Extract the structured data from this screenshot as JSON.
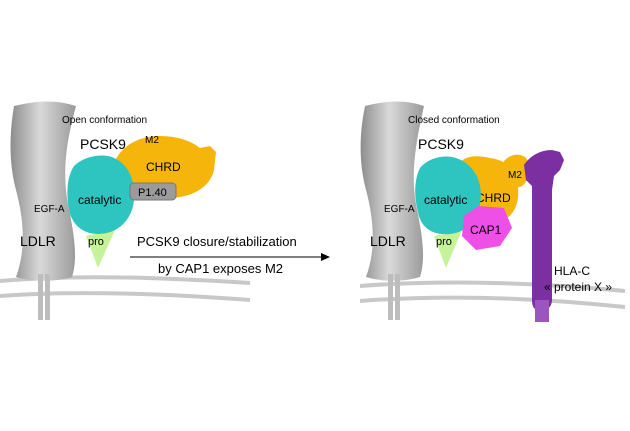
{
  "left_panel": {
    "conformation_label": "Open conformation",
    "protein_title": "PCSK9",
    "domains": {
      "m2": "M2",
      "chrd": "CHRD",
      "catalytic": "catalytic",
      "pro": "pro",
      "egfa": "EGF-A",
      "antibody": "P1.40"
    },
    "receptor": "LDLR"
  },
  "arrow": {
    "line1": "PCSK9 closure/stabilization",
    "line2": "by CAP1 exposes M2"
  },
  "right_panel": {
    "conformation_label": "Closed conformation",
    "protein_title": "PCSK9",
    "domains": {
      "m2": "M2",
      "chrd": "CHRD",
      "catalytic": "catalytic",
      "pro": "pro",
      "egfa": "EGF-A",
      "cap1": "CAP1"
    },
    "receptor": "LDLR",
    "partner_line1": "HLA-C",
    "partner_line2": "« protein X »"
  },
  "colors": {
    "catalytic": "#2ec4c0",
    "chrd": "#f5b50a",
    "pro": "#c6f29a",
    "cap1": "#ee4fe6",
    "hla": "#7b2fa0",
    "antibody": "#9b9b9b",
    "receptor": "#a9a9a9"
  }
}
